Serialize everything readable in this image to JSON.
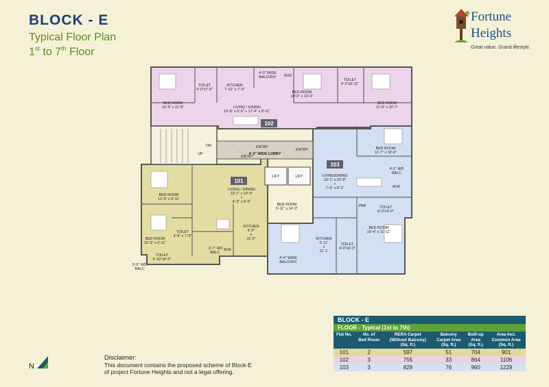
{
  "header": {
    "block_title": "BLOCK - E",
    "subtitle": "Typical Floor Plan",
    "floor_from": "1",
    "floor_from_sup": "st",
    "floor_mid": " to 7",
    "floor_to_sup": "th",
    "floor_suffix": " Floor"
  },
  "brand": {
    "name_line1": "Fortune",
    "name_line2": "Heights",
    "tagline": "Great value. Grand lifestyle."
  },
  "colors": {
    "flat_101": "#e3dda4",
    "flat_102": "#ecd5ea",
    "flat_103": "#d3e0f3",
    "title_blue": "#1d3f78",
    "accent_green": "#5ea23a",
    "table_header": "#1c5a72"
  },
  "plan": {
    "flats": [
      "101",
      "102",
      "103"
    ],
    "rooms_102": {
      "bed1": "BED ROOM",
      "bed1_dim": "10'-5\" x 11'-8\"",
      "toilet1": "TOILET",
      "toilet1_dim": "4'-0\"x7'-0\"",
      "kitchen": "KITCHEN",
      "kitchen_dim": "7'-11\" x 7'-0\"",
      "balcony": "4'-0\" WIDE",
      "balcony2": "BALCONY",
      "wm": "W.M.",
      "living": "LIVING / DINING",
      "living_dim": "10'-8\" x 6'-0\" + 17'-4\" x 8'-11\"",
      "bed2": "BED ROOM",
      "bed2_dim": "10'-0\" x 10'-0\"",
      "toilet2": "TOILET",
      "toilet2_dim": "4'-2\"x6'-11\"",
      "bed3": "BED ROOM",
      "bed3_dim": "11'-8\" x 10'-7\""
    },
    "rooms_103": {
      "bed1": "BED ROOM",
      "bed1_dim": "11'-7\" x 10'-0\"",
      "balc": "4'-1\" WD",
      "balc2": "BALC",
      "wm": "W.M.",
      "living": "LIVING/DINING",
      "living_dim1": "10'-1\" x 20'-8\"",
      "living_plus": "+",
      "living_dim2": "7'-0\" x 8'-1\"",
      "bed2": "BED ROOM",
      "bed2_dim": "9'-11\" x 14'-3\"",
      "pbr": "PBR",
      "toilet1": "TOILET",
      "toilet1_dim": "8'-0\"x4'-0\"",
      "bed3": "BED ROOM",
      "bed3_dim": "10'-4\" x 11'-11\"",
      "kitchen": "KITCHEN",
      "kitchen_dim": "5'-11\"",
      "kitchen_x": "x",
      "kitchen_dim2": "11'-1\"",
      "toilet2": "TOILET",
      "toilet2_dim": "4'-0\"x6'-3\"",
      "balcony": "4'-4\" WIDE",
      "balcony2": "BALCONY"
    },
    "rooms_101": {
      "bed1": "BED ROOM",
      "bed1_dim": "12'-0\" x 9'-11\"",
      "living": "LIVING / DINING",
      "living_dim1": "13'-1\" x 10'-3\"",
      "living_plus": "+",
      "living_dim2": "9'-3\" x 8'-0\"",
      "bed2": "BED ROOM",
      "bed2_dim": "10'-3\" x 9'-11\"",
      "toilet1": "TOILET",
      "toilet1_dim": "4'-6\" x 7'-0\"",
      "kitchen": "KITCHEN",
      "kitchen_dim1": "6'-0\"",
      "kitchen_x": "x",
      "kitchen_dim2": "11'-0\"",
      "balc": "3'-7\" WD",
      "balc2": "BALC.",
      "wm": "W.M.",
      "toilet2": "TOILET",
      "toilet2_dim": "6'-10\"x4'-0\"",
      "balc3": "5'-5\" WD.",
      "balc4": "BALC."
    },
    "common": {
      "lobby": "4'-0\" WIDE LOBBY",
      "entry": "ENTRY",
      "lift": "LIFT",
      "up": "UP",
      "dn": "DN"
    }
  },
  "north_label": "N",
  "disclaimer": {
    "heading": "Disclaimer:",
    "line1": "This document contains the proposed scheme of Block-E",
    "line2": "of project Fortune Heights and not a legal offering."
  },
  "table": {
    "block": "BLOCK - E",
    "floor": "FLOOR - Typical (1st to 7th)",
    "headers": [
      [
        "Flat No.",
        "",
        "",
        ""
      ],
      [
        "No. of",
        "Bed Room",
        "",
        ""
      ],
      [
        "RERA Carpet",
        "(Without Balcony)",
        "(Sq. ft.)",
        ""
      ],
      [
        "Balcony",
        "Carpet Area",
        "(Sq. ft.)",
        ""
      ],
      [
        "Built-up",
        "Area",
        "(Sq. ft.)",
        ""
      ],
      [
        "Area Incl.",
        "Common Area",
        "(Sq. ft.)",
        ""
      ]
    ],
    "rows": [
      [
        "101",
        "2",
        "597",
        "51",
        "704",
        "901"
      ],
      [
        "102",
        "3",
        "755",
        "33",
        "864",
        "1106"
      ],
      [
        "103",
        "3",
        "828",
        "76",
        "960",
        "1229"
      ]
    ]
  }
}
